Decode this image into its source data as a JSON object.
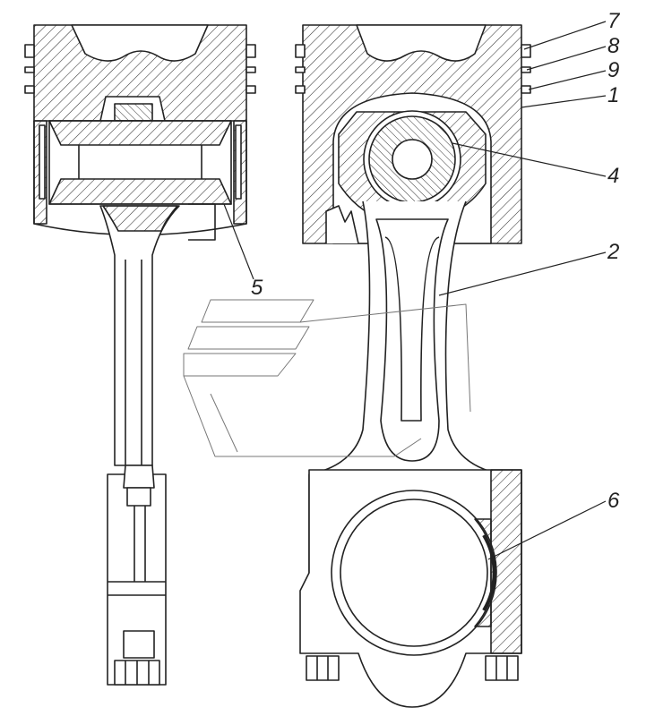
{
  "callouts": {
    "c7": "7",
    "c8": "8",
    "c9": "9",
    "c1": "1",
    "c4": "4",
    "c2": "2",
    "c5": "5",
    "c6": "6"
  },
  "colors": {
    "line": "#222222",
    "hatch": "#333333",
    "background": "#ffffff"
  }
}
